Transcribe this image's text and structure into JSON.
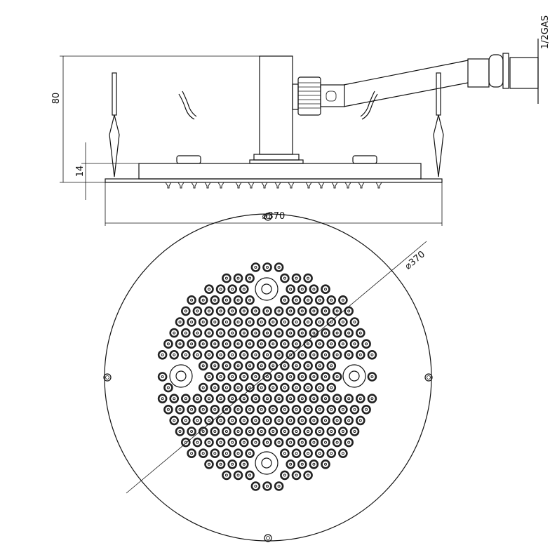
{
  "side_view": {
    "thread_label": "1/2GAS",
    "height_label": "80",
    "plate_label": "14",
    "diameter_label": "⌀370"
  },
  "plan_view": {
    "diameter_label": "⌀370"
  },
  "colors": {
    "line": "#111111",
    "background": "#ffffff"
  }
}
